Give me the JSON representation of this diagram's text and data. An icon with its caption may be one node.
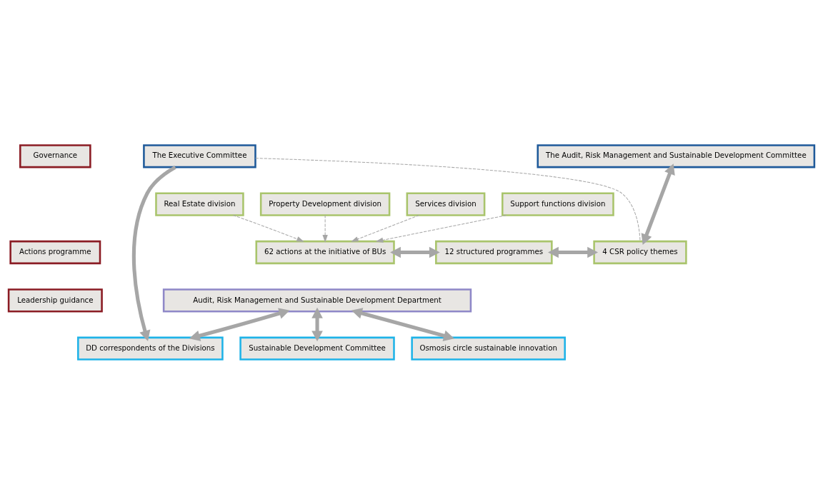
{
  "diagram": {
    "nodes": [
      {
        "text": [
          "Governance"
        ]
      },
      {
        "text": [
          "Actions programme"
        ]
      },
      {
        "text": [
          "Leadership guidance"
        ]
      },
      {
        "text": [
          "The Executive Committee"
        ]
      },
      {
        "text": [
          "The Audit, Risk Management and Sustainable Development Committee"
        ]
      },
      {
        "text": [
          "Real Estate division"
        ]
      },
      {
        "text": [
          "Property Development division"
        ]
      },
      {
        "text": [
          "Services division"
        ]
      },
      {
        "text": [
          "Support functions division"
        ]
      },
      {
        "text": [
          "62 actions at the initiative of BUs"
        ]
      },
      {
        "text": [
          "12 structured programmes"
        ]
      },
      {
        "text": [
          "4 CSR policy themes"
        ]
      },
      {
        "text": [
          "Audit, Risk Management and Sustainable Development Department"
        ]
      },
      {
        "text": [
          "DD correspondents of the Divisions"
        ]
      },
      {
        "text": [
          "Sustainable Development Committee"
        ]
      },
      {
        "text": [
          "Osmosis circle sustainable innovation"
        ]
      }
    ],
    "edges": [
      {
        "from": 3,
        "to": 11,
        "arrow": "none",
        "style": "dashed"
      },
      {
        "from": 3,
        "to": 13,
        "arrow": "to"
      },
      {
        "from": 5,
        "to": 9,
        "arrow": "to",
        "style": "dashed"
      },
      {
        "from": 6,
        "to": 9,
        "arrow": "to",
        "style": "dashed"
      },
      {
        "from": 7,
        "to": 9,
        "arrow": "to",
        "style": "dashed"
      },
      {
        "from": 8,
        "to": 9,
        "arrow": "to",
        "style": "dashed"
      },
      {
        "from": 9,
        "to": 10,
        "arrow": "both"
      },
      {
        "from": 10,
        "to": 11,
        "arrow": "both"
      },
      {
        "from": 11,
        "to": 4,
        "arrow": "both"
      },
      {
        "from": 12,
        "to": 13,
        "arrow": "both"
      },
      {
        "from": 12,
        "to": 14,
        "arrow": "both"
      },
      {
        "from": 12,
        "to": 15,
        "arrow": "both"
      }
    ]
  }
}
